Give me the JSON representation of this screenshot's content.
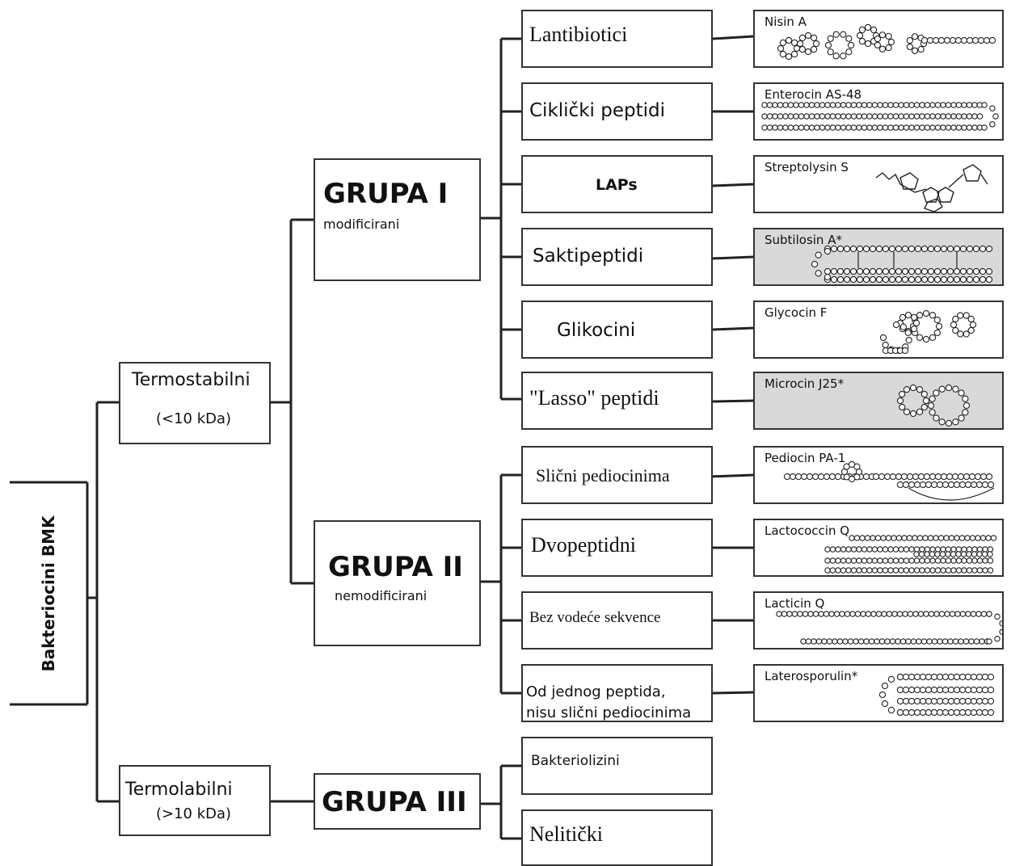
{
  "root": {
    "label": "Bakteriocini BMK"
  },
  "level1": {
    "termostabilni": {
      "title": "Termostabilni",
      "sub": "(<10 kDa)"
    },
    "termolabilni": {
      "title": "Termolabilni",
      "sub": "(>10 kDa)"
    }
  },
  "groups": {
    "g1": {
      "title": "GRUPA I",
      "sub": "modificirani"
    },
    "g2": {
      "title": "GRUPA II",
      "sub": "nemodificirani"
    },
    "g3": {
      "title": "GRUPA III",
      "sub": ""
    }
  },
  "classes": {
    "c1": "Lantibiotici",
    "c2": "Ciklički peptidi",
    "c3": "LAPs",
    "c4": "Saktipeptidi",
    "c5": "Glikocini",
    "c6": "\"Lasso\" peptidi",
    "c7": "Slični pediocinima",
    "c8": "Dvopeptidni",
    "c9": "Bez vodeće sekvence",
    "c10a": "Od jednog peptida,",
    "c10b": "nisu slični pediocinima",
    "c11": "Bakteriolizini",
    "c12": "Nelitički"
  },
  "examples": {
    "e1": "Nisin A",
    "e2": "Enterocin AS-48",
    "e3": "Streptolysin S",
    "e4": "Subtilosin A*",
    "e5": "Glycocin F",
    "e6": "Microcin J25*",
    "e7": "Pediocin PA-1",
    "e8": "Lactococcin Q",
    "e9": "Lacticin Q",
    "e10": "Laterosporulin*"
  },
  "colors": {
    "line": "#222222",
    "box_border": "#333333",
    "shaded": "#d9d9d9"
  }
}
